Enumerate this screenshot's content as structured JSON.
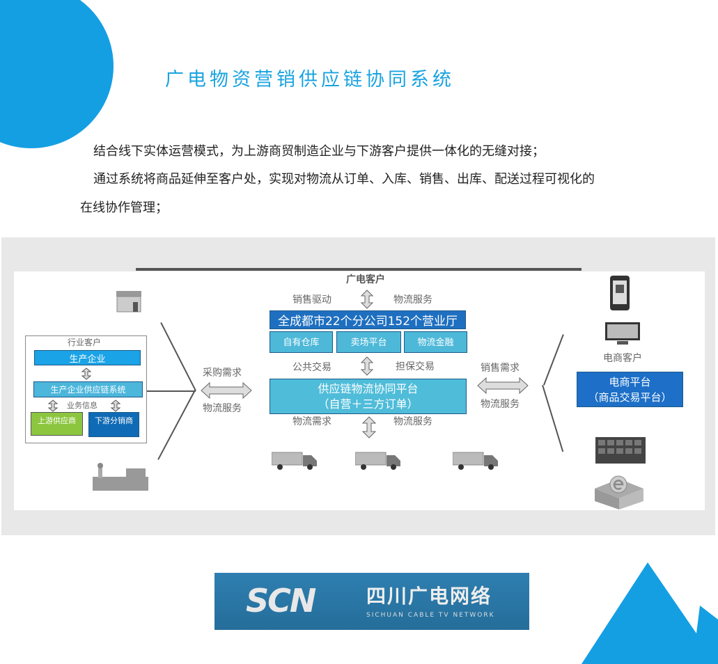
{
  "title": "广电物资营销供应链协同系统",
  "paragraphs": [
    "结合线下实体运营模式，为上游商贸制造企业与下游客户提供一体化的无缝对接；",
    "通过系统将商品延伸至客户处，实现对物流从订单、入库、销售、出库、配送过程可视化的",
    "在线协作管理；"
  ],
  "diagram": {
    "top_customer": "广电客户",
    "sales_drive": "销售驱动",
    "logistics_service_top": "物流服务",
    "branches": "全成都市22个分公司152个营业厅",
    "sub_boxes": [
      "自有仓库",
      "卖场平台",
      "物流金融"
    ],
    "public_trade": "公共交易",
    "guarantee_trade": "担保交易",
    "platform_line1": "供应链物流协同平台",
    "platform_line2": "（自营＋三方订单）",
    "logistics_demand": "物流需求",
    "logistics_service_bottom": "物流服务",
    "left": {
      "group_title": "行业客户",
      "producer": "生产企业",
      "scm_system": "生产企业供应链系统",
      "business_info": "业务信息",
      "upstream": "上游供应商",
      "downstream": "下游分销商"
    },
    "purchase_demand": "采购需求",
    "purchase_logistics": "物流服务",
    "sales_demand": "销售需求",
    "sales_logistics": "物流服务",
    "ecommerce_customer": "电商客户",
    "ecommerce_platform_line1": "电商平台",
    "ecommerce_platform_line2": "（商品交易平台）"
  },
  "logo": {
    "mark": "SCN",
    "cn": "四川广电网络",
    "en": "SICHUAN CABLE TV NETWORK"
  },
  "colors": {
    "accent": "#149fe3",
    "dark_blue": "#1e6fc0",
    "light_blue": "#4db8d8",
    "green": "#8cc63f"
  }
}
